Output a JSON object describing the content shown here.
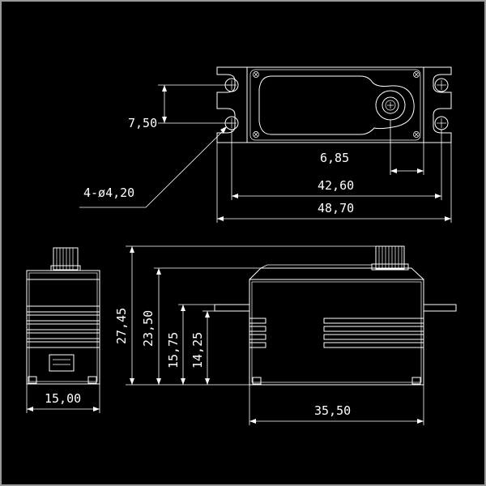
{
  "diagram": {
    "background_color": "#000000",
    "line_color": "#ffffff",
    "border_color": "#9a9a9a",
    "labels": {
      "hole_spacing": "7,50",
      "hole_diameter": "4-ø4,20",
      "horn_offset": "6,85",
      "body_length_top": "42,60",
      "overall_length": "48,70",
      "overall_height": "27,45",
      "body_height": "23,50",
      "flange_height": "15,75",
      "flange_base_height": "14,25",
      "side_width": "15,00",
      "front_width": "35,50"
    }
  }
}
